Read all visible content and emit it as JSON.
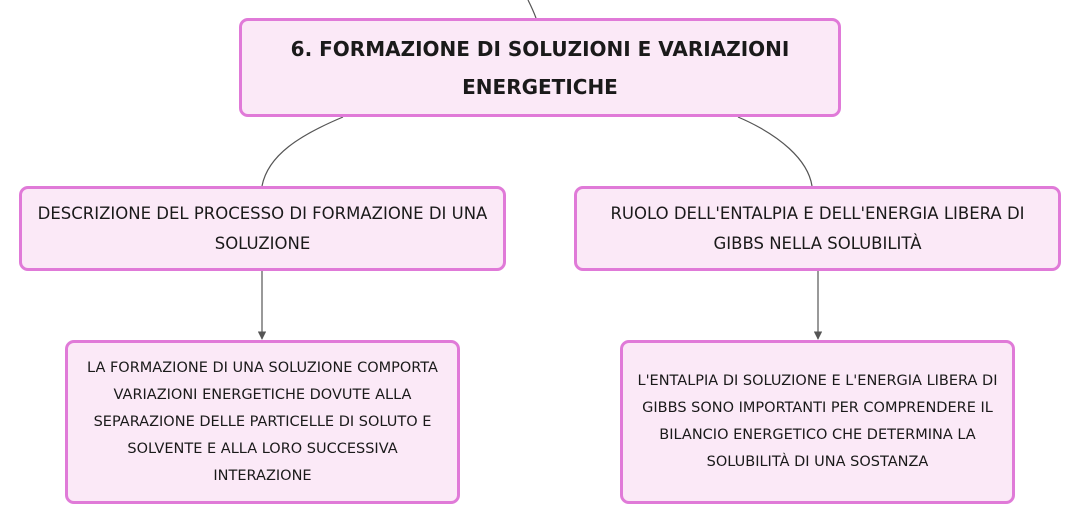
{
  "diagram": {
    "root": {
      "label": "6. FORMAZIONE DI SOLUZIONI E VARIAZIONI ENERGETICHE"
    },
    "branches": [
      {
        "label": "DESCRIZIONE DEL PROCESSO DI FORMAZIONE DI UNA SOLUZIONE",
        "child": "LA FORMAZIONE DI UNA SOLUZIONE COMPORTA VARIAZIONI ENERGETICHE DOVUTE ALLA SEPARAZIONE DELLE PARTICELLE DI SOLUTO E SOLVENTE E ALLA LORO SUCCESSIVA INTERAZIONE"
      },
      {
        "label": "RUOLO DELL'ENTALPIA E DELL'ENERGIA LIBERA DI GIBBS NELLA SOLUBILITÀ",
        "child": "L'ENTALPIA DI SOLUZIONE E L'ENERGIA LIBERA DI GIBBS SONO IMPORTANTI PER COMPRENDERE IL BILANCIO ENERGETICO CHE DETERMINA LA SOLUBILITÀ DI UNA SOSTANZA"
      }
    ],
    "colors": {
      "node_fill": "#fbe9f7",
      "node_border": "#e07ad8",
      "connector": "#555555"
    }
  }
}
